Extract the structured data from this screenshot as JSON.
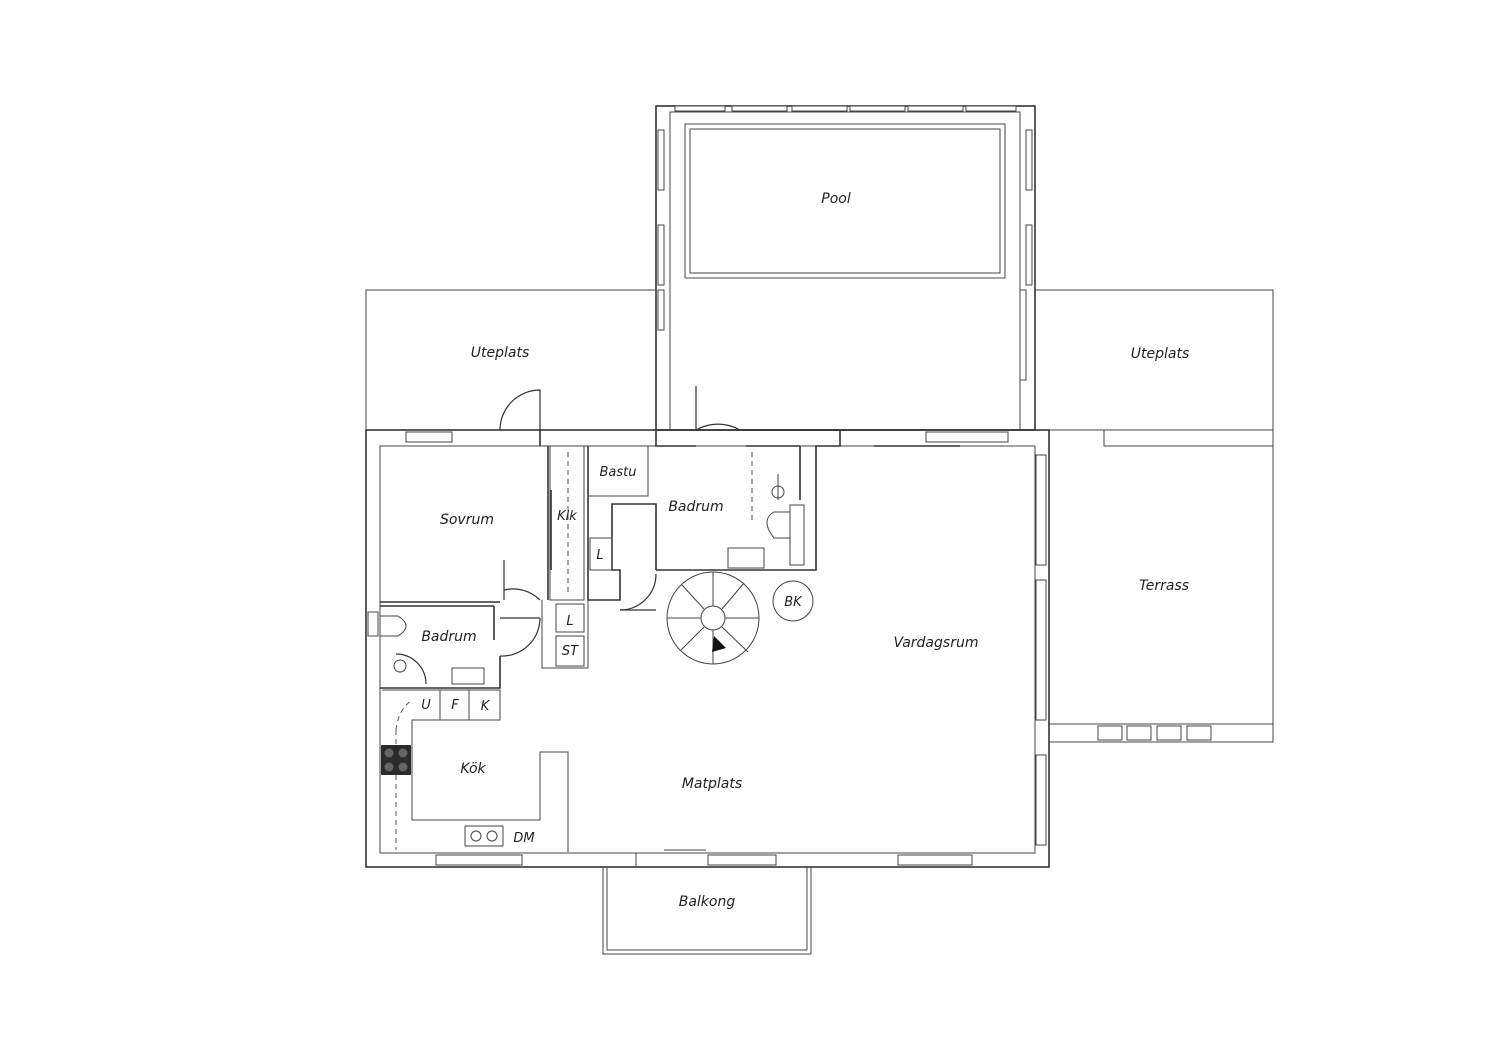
{
  "rooms": {
    "pool": "Pool",
    "uteplats_left": "Uteplats",
    "uteplats_right": "Uteplats",
    "sovrum": "Sovrum",
    "bastu": "Bastu",
    "klk": "Klk",
    "badrum_upper": "Badrum",
    "badrum_lower": "Badrum",
    "terrass": "Terrass",
    "vardagsrum": "Vardagsrum",
    "kok": "Kök",
    "matplats": "Matplats",
    "balkong": "Balkong"
  },
  "fixtures": {
    "l_upper": "L",
    "l_lower": "L",
    "st": "ST",
    "bk": "BK",
    "u": "U",
    "f": "F",
    "k": "K",
    "dm": "DM"
  }
}
